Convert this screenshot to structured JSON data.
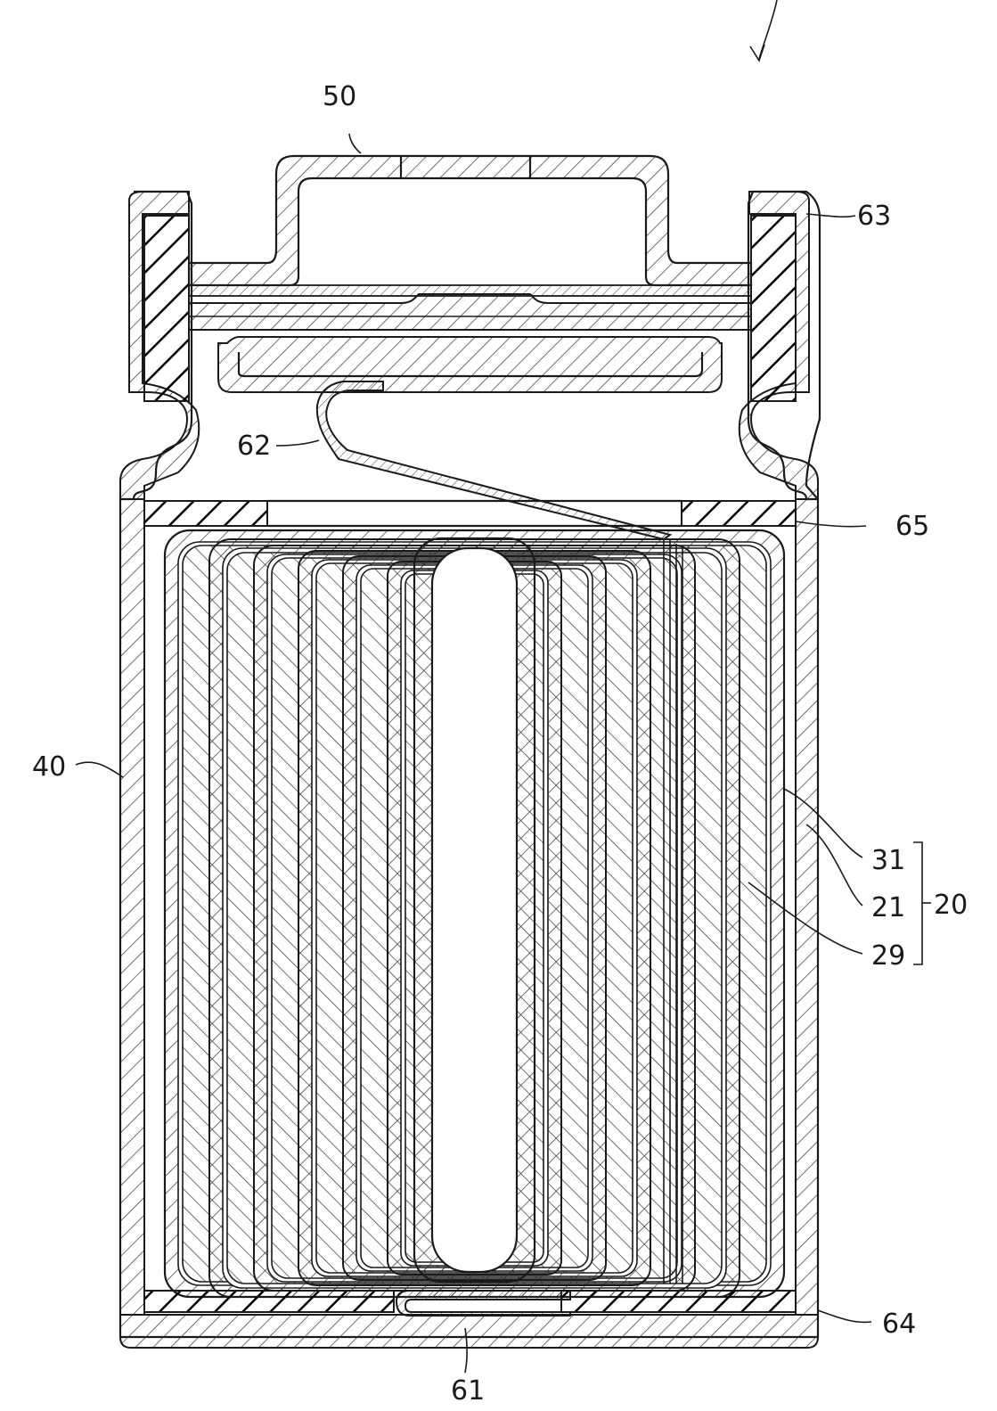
{
  "figure": {
    "reference_labels": {
      "cap": "50",
      "gasket": "63",
      "positive_lead": "62",
      "top_insulator": "65",
      "can": "40",
      "positive_electrode": "31",
      "negative_electrode": "21",
      "separator": "29",
      "electrode_body": "20",
      "bottom_insulator": "64",
      "negative_lead": "61"
    }
  }
}
